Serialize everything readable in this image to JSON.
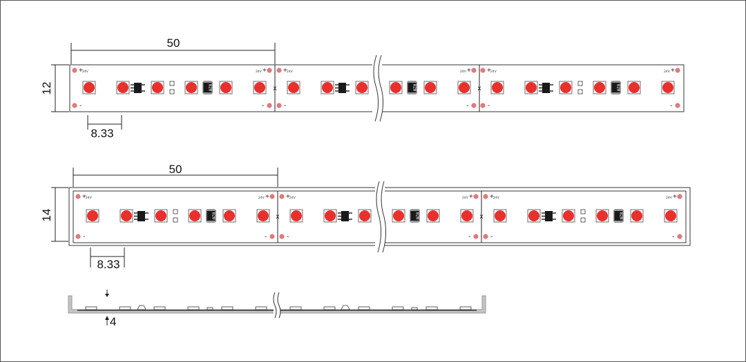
{
  "strip_12mm": {
    "segment_length": "50",
    "width": "12",
    "led_pitch": "8.33",
    "pad_voltage": "24V",
    "plus_sign": "+",
    "minus_sign": "-",
    "cut_mark": "x",
    "resistor_code": "820"
  },
  "strip_14mm": {
    "segment_length": "50",
    "width": "14",
    "led_pitch": "8.33",
    "pad_voltage": "24V",
    "plus_sign": "+",
    "minus_sign": "-",
    "cut_mark": "x",
    "resistor_code": "820"
  },
  "profile": {
    "thickness": "4"
  },
  "colors": {
    "led": "#e8302c",
    "pad": "#e07a7a",
    "outline": "#222222",
    "profile": "#b8b8b8"
  }
}
